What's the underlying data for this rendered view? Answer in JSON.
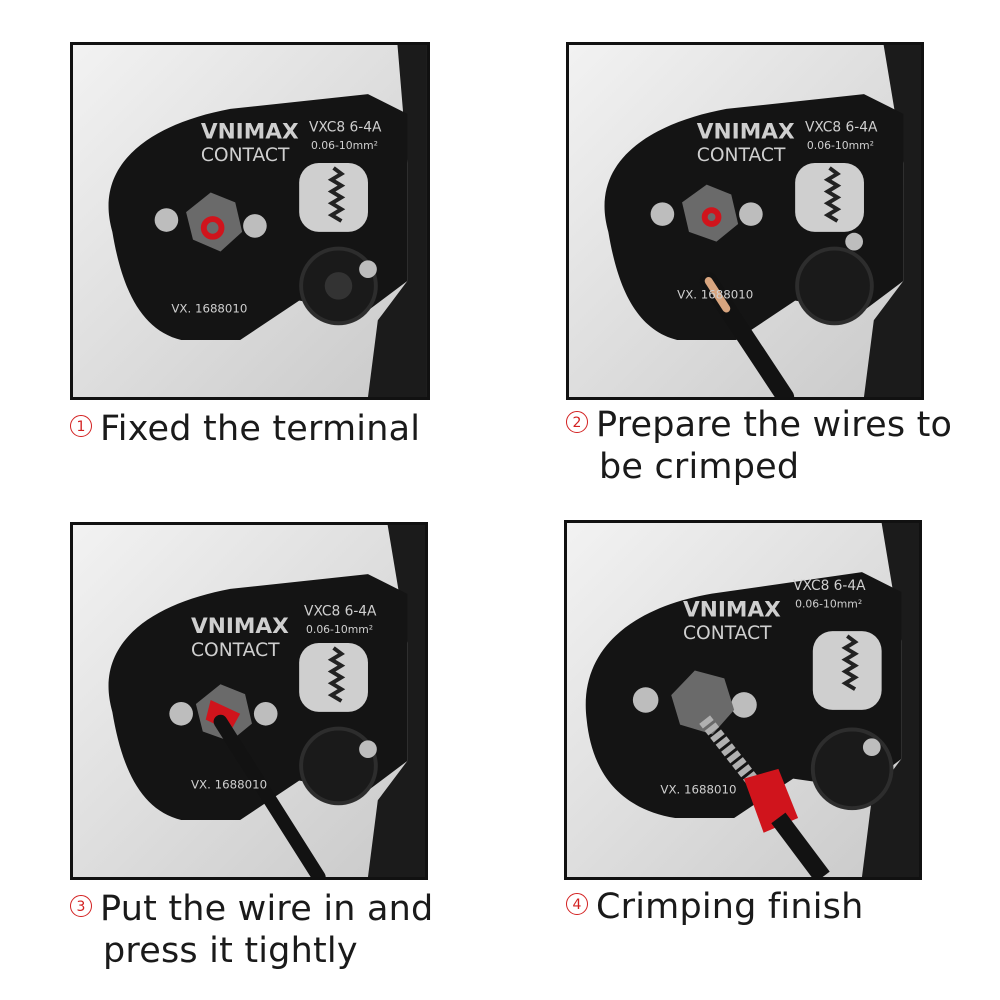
{
  "tool": {
    "brand_line1": "VNIMAX",
    "brand_line2": "CONTACT",
    "model": "VXC8 6-4A",
    "range": "0.06-10mm²",
    "serial": "VX. 1688010"
  },
  "steps": [
    {
      "number": "1",
      "text": "Fixed the terminal"
    },
    {
      "number": "2",
      "line1": "Prepare the wires to",
      "line2": "be crimped"
    },
    {
      "number": "3",
      "line1": "Put the wire in and",
      "line2": "press it tightly"
    },
    {
      "number": "4",
      "text": "Crimping finish"
    }
  ],
  "colors": {
    "ferrule": "#d0141c",
    "tool_body": "#141414",
    "background": "#dedede"
  }
}
